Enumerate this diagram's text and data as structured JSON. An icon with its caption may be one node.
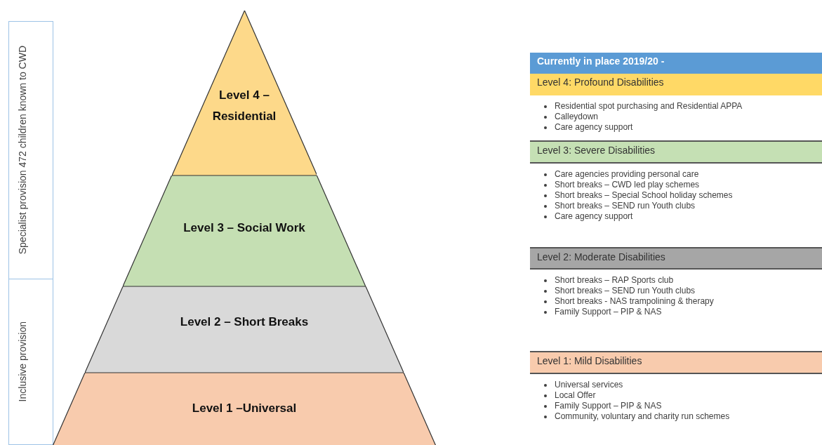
{
  "diagram": {
    "nodes": [
      {
        "text": [
          "Specialist provision 472 children known to CWD"
        ]
      },
      {
        "text": [
          "Inclusive provision"
        ]
      },
      {
        "text": [
          "Level 4 – Residential"
        ]
      },
      {
        "text": [
          "Level 3 – Social Work"
        ]
      },
      {
        "text": [
          "Level 2 – Short Breaks"
        ]
      },
      {
        "text": [
          "Level 1 –Universal"
        ]
      },
      {
        "text": [
          "Currently in place 2019/20 -"
        ]
      },
      {
        "text": [
          "Level 4: Profound Disabilities"
        ],
        "beside": [
          "Residential spot purchasing and Residential APPA",
          "Calleydown",
          "Care agency support"
        ]
      },
      {
        "text": [
          "Level 3: Severe Disabilities"
        ],
        "beside": [
          "Care agencies providing personal care",
          "Short breaks – CWD led play schemes",
          "Short breaks – Special School holiday schemes",
          "Short breaks – SEND run Youth clubs",
          "Care agency support"
        ]
      },
      {
        "text": [
          "Level 2: Moderate Disabilities"
        ],
        "beside": [
          "Short breaks – RAP Sports club",
          "Short breaks – SEND run Youth clubs",
          "Short breaks - NAS trampolining & therapy",
          "Family Support – PIP & NAS"
        ]
      },
      {
        "text": [
          "Level 1: Mild Disabilities"
        ],
        "beside": [
          "Universal services",
          "Local Offer",
          "Family Support – PIP & NAS",
          "Community, voluntary and charity run schemes"
        ]
      }
    ],
    "edges": []
  }
}
